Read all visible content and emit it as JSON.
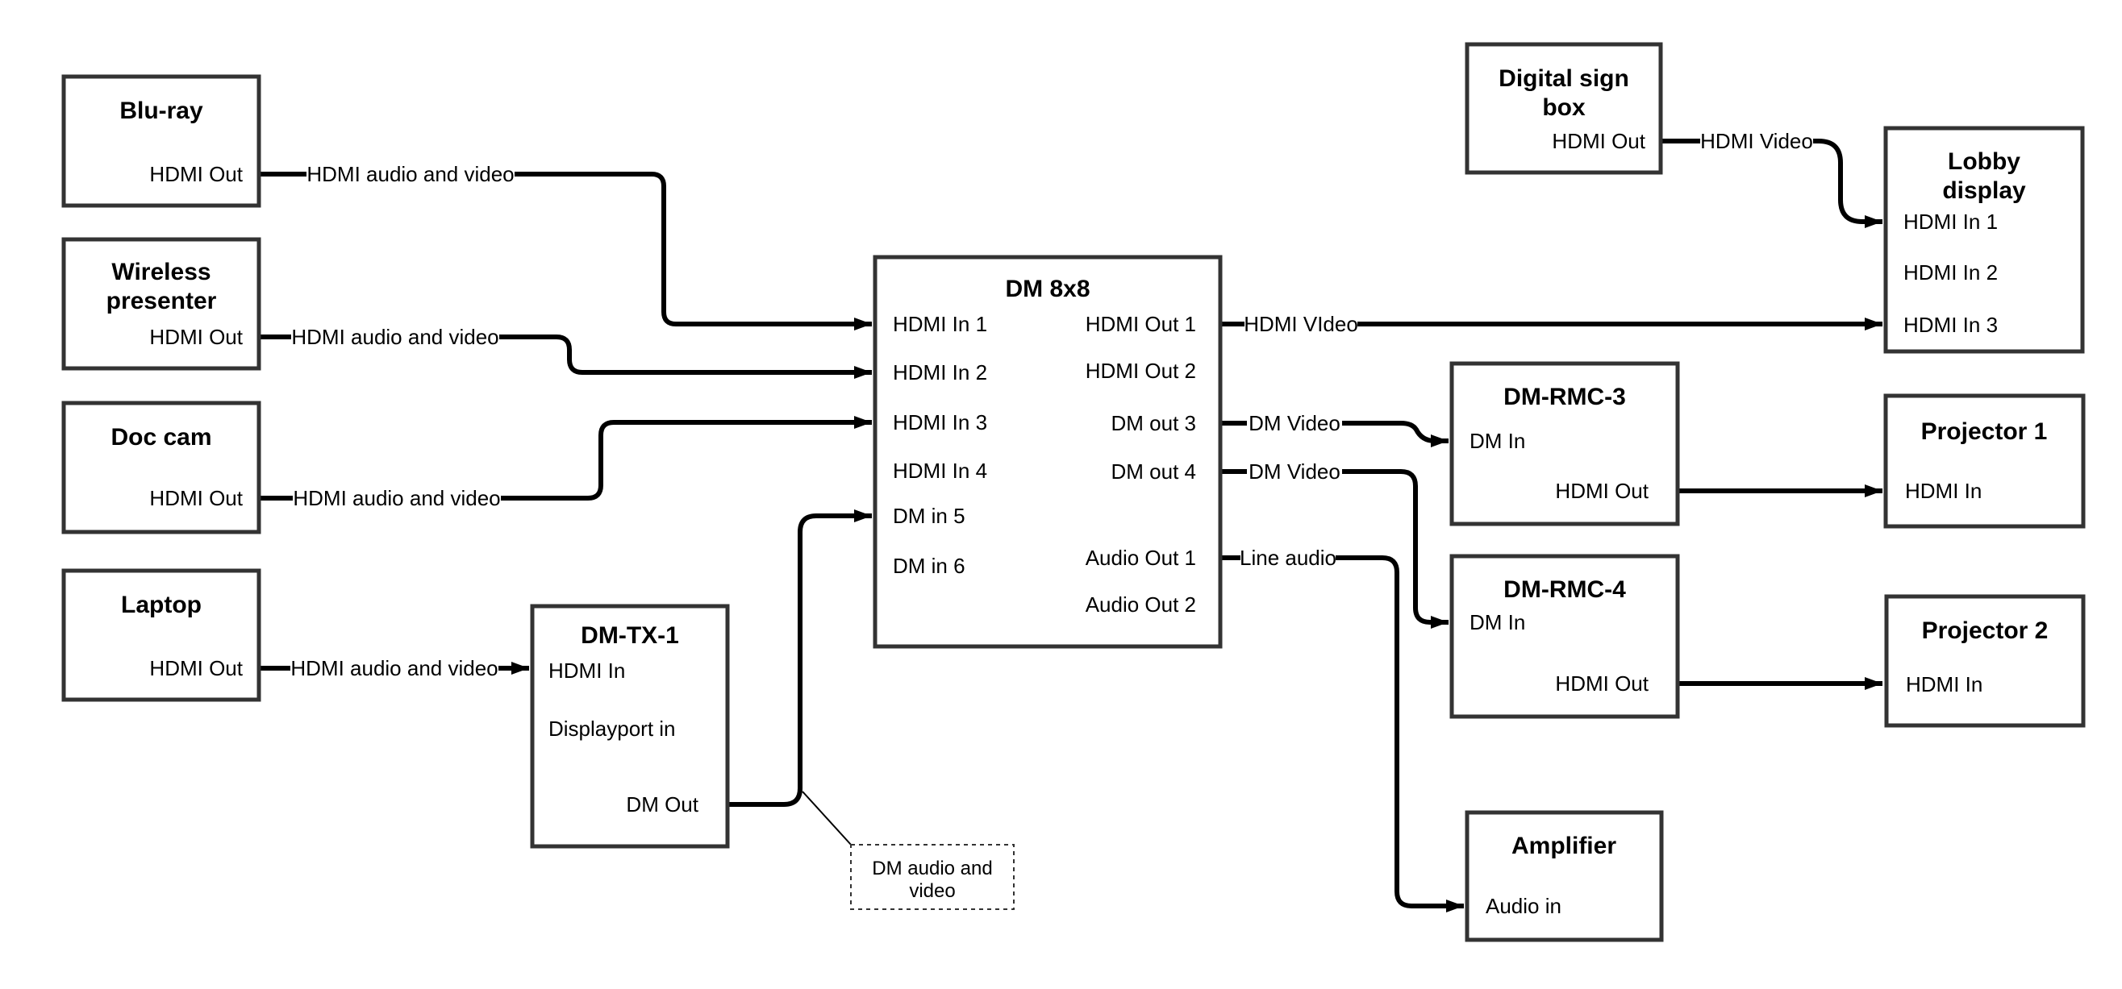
{
  "diagram": {
    "colors": {
      "background": "#ffffff",
      "line": "#000000",
      "box_border": "#333333",
      "text": "#000000"
    },
    "nodes": {
      "bluray": {
        "title": "Blu-ray",
        "port_hdmi_out": "HDMI Out"
      },
      "wireless": {
        "title_line1": "Wireless",
        "title_line2": "presenter",
        "port_hdmi_out": "HDMI Out"
      },
      "doccam": {
        "title": "Doc cam",
        "port_hdmi_out": "HDMI Out"
      },
      "laptop": {
        "title": "Laptop",
        "port_hdmi_out": "HDMI Out"
      },
      "dmtx1": {
        "title": "DM-TX-1",
        "port_hdmi_in": "HDMI In",
        "port_displayport_in": "Displayport in",
        "port_dm_out": "DM Out"
      },
      "dm8x8": {
        "title": "DM 8x8",
        "port_hdmi_in_1": "HDMI In 1",
        "port_hdmi_in_2": "HDMI In 2",
        "port_hdmi_in_3": "HDMI In 3",
        "port_hdmi_in_4": "HDMI In 4",
        "port_dm_in_5": "DM in 5",
        "port_dm_in_6": "DM in 6",
        "port_hdmi_out_1": "HDMI Out 1",
        "port_hdmi_out_2": "HDMI Out 2",
        "port_dm_out_3": "DM out 3",
        "port_dm_out_4": "DM out 4",
        "port_audio_out_1": "Audio Out 1",
        "port_audio_out_2": "Audio Out 2"
      },
      "signbox": {
        "title_line1": "Digital sign",
        "title_line2": "box",
        "port_hdmi_out": "HDMI Out"
      },
      "lobby": {
        "title_line1": "Lobby",
        "title_line2": "display",
        "port_hdmi_in_1": "HDMI In 1",
        "port_hdmi_in_2": "HDMI In 2",
        "port_hdmi_in_3": "HDMI In 3"
      },
      "rmc3": {
        "title": "DM-RMC-3",
        "port_dm_in": "DM In",
        "port_hdmi_out": "HDMI Out"
      },
      "proj1": {
        "title": "Projector 1",
        "port_hdmi_in": "HDMI In"
      },
      "rmc4": {
        "title": "DM-RMC-4",
        "port_dm_in": "DM In",
        "port_hdmi_out": "HDMI Out"
      },
      "proj2": {
        "title": "Projector 2",
        "port_hdmi_in": "HDMI In"
      },
      "amplifier": {
        "title": "Amplifier",
        "port_audio_in": "Audio in"
      }
    },
    "labels": {
      "bluray_link": "HDMI audio and video",
      "wireless_link": "HDMI audio and video",
      "doccam_link": "HDMI audio and video",
      "laptop_link": "HDMI audio and video",
      "hdmi_out1_link": "HDMI VIdeo",
      "dm_out3_link": "DM Video",
      "dm_out4_link": "DM Video",
      "audio_out1_link": "Line audio",
      "signbox_link": "HDMI Video"
    },
    "callout": {
      "line1": "DM audio and",
      "line2": "video"
    }
  }
}
